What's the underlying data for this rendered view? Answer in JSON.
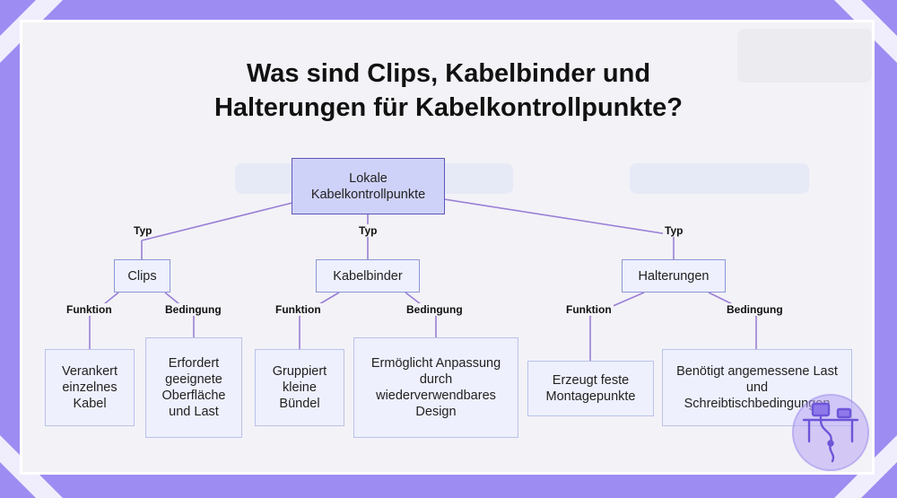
{
  "title_line1": "Was sind Clips, Kabelbinder und",
  "title_line2": "Halterungen für Kabelkontrollpunkte?",
  "colors": {
    "frame": "#9d8cf2",
    "panel": "#f3f2f7",
    "root_fill": "#cfd2f8",
    "root_border": "#5f57b8",
    "node_fill": "#eef0fd",
    "node_border": "#b9c3ea",
    "connector": "#9a7fd6"
  },
  "root": {
    "label": "Lokale Kabelkontrollpunkte"
  },
  "edge_labels": {
    "typ": "Typ",
    "funktion": "Funktion",
    "bedingung": "Bedingung"
  },
  "categories": [
    {
      "label": "Clips",
      "funktion": "Verankert einzelnes Kabel",
      "bedingung": "Erfordert geeignete Oberfläche und Last"
    },
    {
      "label": "Kabelbinder",
      "funktion": "Gruppiert kleine Bündel",
      "bedingung": "Ermöglicht Anpassung durch wiederverwendbares Design"
    },
    {
      "label": "Halterungen",
      "funktion": "Erzeugt feste Montagepunkte",
      "bedingung": "Benötigt angemessene Last und Schreibtischbedingungen"
    }
  ],
  "logo_icon": "desk-workstation-icon"
}
